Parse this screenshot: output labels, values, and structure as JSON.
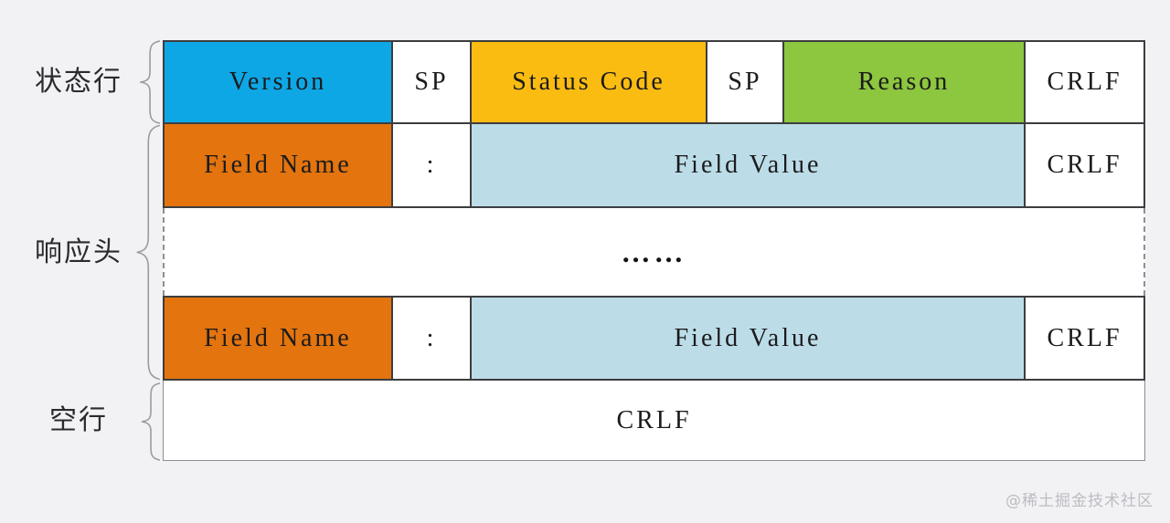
{
  "watermark": "@稀土掘金技术社区",
  "palette": {
    "page_bg": "#f2f1f4",
    "version_blue": "#0ea7e5",
    "status_code_yellow": "#fbbc12",
    "reason_green": "#8dc63f",
    "field_name_orange": "#e3740e",
    "field_value_lightblue": "#bcdde8",
    "cell_white": "#ffffff",
    "border_dark": "#3d3d3f",
    "border_dash": "#8f8f94",
    "border_light": "#8d8d93"
  },
  "labels": {
    "status_line": "状态行",
    "response_headers": "响应头",
    "empty_line": "空行"
  },
  "rows": {
    "status_line": {
      "cells": [
        {
          "label": "Version"
        },
        {
          "label": "SP"
        },
        {
          "label": "Status Code"
        },
        {
          "label": "SP"
        },
        {
          "label": "Reason"
        },
        {
          "label": "CRLF"
        }
      ]
    },
    "header_first": {
      "cells": [
        {
          "label": "Field Name"
        },
        {
          "label": ":"
        },
        {
          "label": "Field Value"
        },
        {
          "label": "CRLF"
        }
      ]
    },
    "ellipsis": "……",
    "header_last": {
      "cells": [
        {
          "label": "Field Name"
        },
        {
          "label": ":"
        },
        {
          "label": "Field Value"
        },
        {
          "label": "CRLF"
        }
      ]
    },
    "empty_line": {
      "cells": [
        {
          "label": "CRLF"
        }
      ]
    }
  }
}
